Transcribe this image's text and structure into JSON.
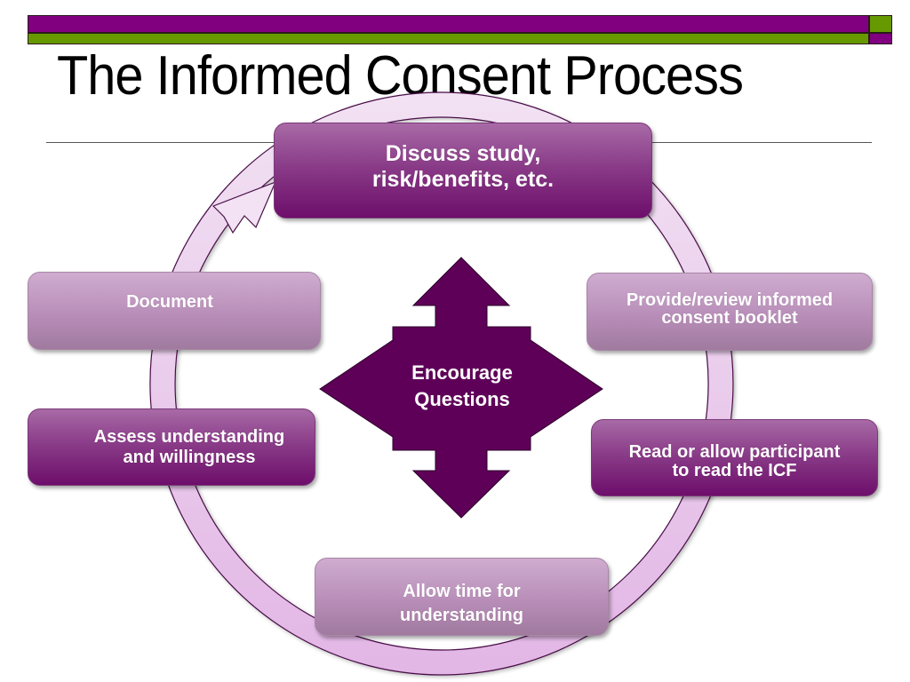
{
  "slide": {
    "title": "The Informed Consent Process",
    "colors": {
      "header_purple": "#800080",
      "header_green": "#669900",
      "box_dark": "#7a1f78",
      "box_light": "#b88eb8",
      "ring_fill": "#e6c3e8",
      "center_arrow": "#5e0058"
    }
  },
  "diagram": {
    "type": "cycle",
    "steps": [
      {
        "id": "discuss",
        "label_lines": [
          "Discuss study,",
          "risk/benefits, etc."
        ],
        "style": "dark"
      },
      {
        "id": "provide",
        "label_lines": [
          "Provide/review informed",
          "consent booklet"
        ],
        "style": "light"
      },
      {
        "id": "read",
        "label_lines": [
          "Read or allow participant",
          "to read the ICF"
        ],
        "style": "dark"
      },
      {
        "id": "allow",
        "label_lines": [
          "Allow time for",
          "understanding"
        ],
        "style": "light"
      },
      {
        "id": "assess",
        "label_lines": [
          "Assess understanding",
          "and willingness"
        ],
        "style": "dark"
      },
      {
        "id": "document",
        "label_lines": [
          "Document"
        ],
        "style": "light"
      }
    ],
    "center": {
      "label_lines": [
        "Encourage",
        "Questions"
      ],
      "icon": "four-way-arrow"
    },
    "cycle_direction": "clockwise",
    "arrowhead_at": "discuss"
  }
}
